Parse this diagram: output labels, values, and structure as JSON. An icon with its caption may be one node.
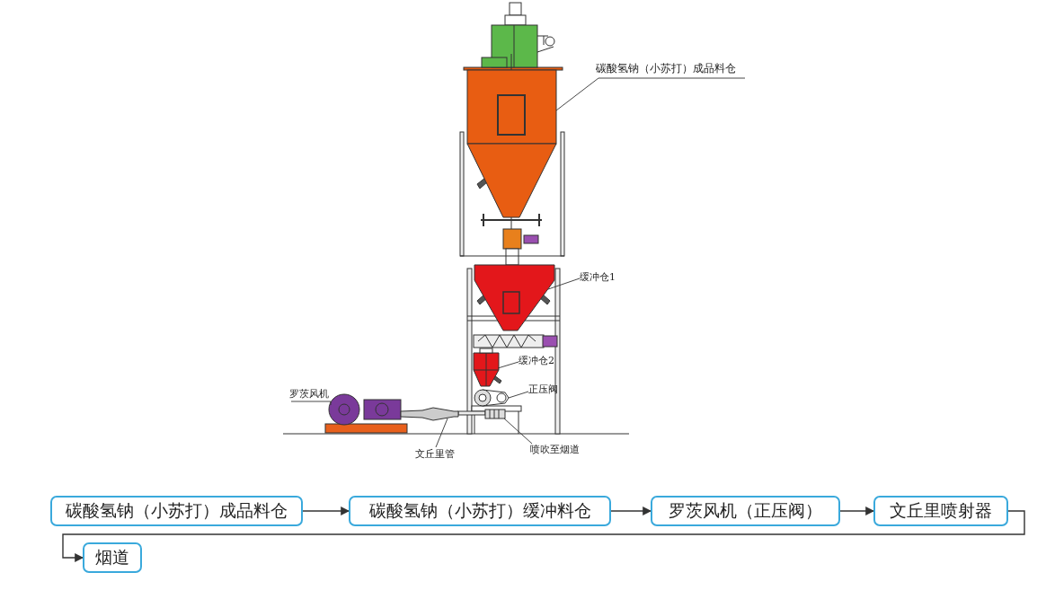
{
  "diagram": {
    "nodes": [
      {
        "text": [
          "碳酸氢钠（小苏打）成品料仓"
        ]
      },
      {
        "text": [],
        "shape": "picture"
      },
      {
        "text": [
          "缓冲仓1"
        ]
      },
      {
        "text": [],
        "shape": "picture"
      },
      {
        "text": [
          "缓冲仓2"
        ]
      },
      {
        "text": [],
        "shape": "picture"
      },
      {
        "text": [
          "正压阀"
        ]
      },
      {
        "text": [],
        "shape": "picture"
      },
      {
        "text": [
          "罗茨风机"
        ]
      },
      {
        "text": [],
        "shape": "picture"
      },
      {
        "text": [
          "文丘里管"
        ]
      },
      {
        "text": [],
        "shape": "picture"
      },
      {
        "text": [
          "喷吹至烟道"
        ]
      },
      {
        "text": [],
        "shape": "picture"
      },
      {
        "text": [
          "碳酸氢钠（小苏打）成品料仓"
        ]
      },
      {
        "text": [
          "碳酸氢钠（小苏打）缓冲料仓"
        ]
      },
      {
        "text": [
          "罗茨风机（正压阀）"
        ]
      },
      {
        "text": [
          "文丘里喷射器"
        ]
      },
      {
        "text": [
          "烟道"
        ]
      }
    ],
    "edges": [
      {
        "from": 0,
        "to": 1,
        "arrow": "none"
      },
      {
        "from": 2,
        "to": 3,
        "arrow": "none"
      },
      {
        "from": 4,
        "to": 5,
        "arrow": "none"
      },
      {
        "from": 6,
        "to": 7,
        "arrow": "none"
      },
      {
        "from": 8,
        "to": 9,
        "arrow": "none"
      },
      {
        "from": 10,
        "to": 11,
        "arrow": "none"
      },
      {
        "from": 12,
        "to": 13,
        "arrow": "none"
      },
      {
        "from": 14,
        "to": 15,
        "arrow": "to"
      },
      {
        "from": 15,
        "to": 16,
        "arrow": "to"
      },
      {
        "from": 16,
        "to": 17,
        "arrow": "to"
      },
      {
        "from": 17,
        "to": 18,
        "arrow": "to"
      }
    ]
  }
}
